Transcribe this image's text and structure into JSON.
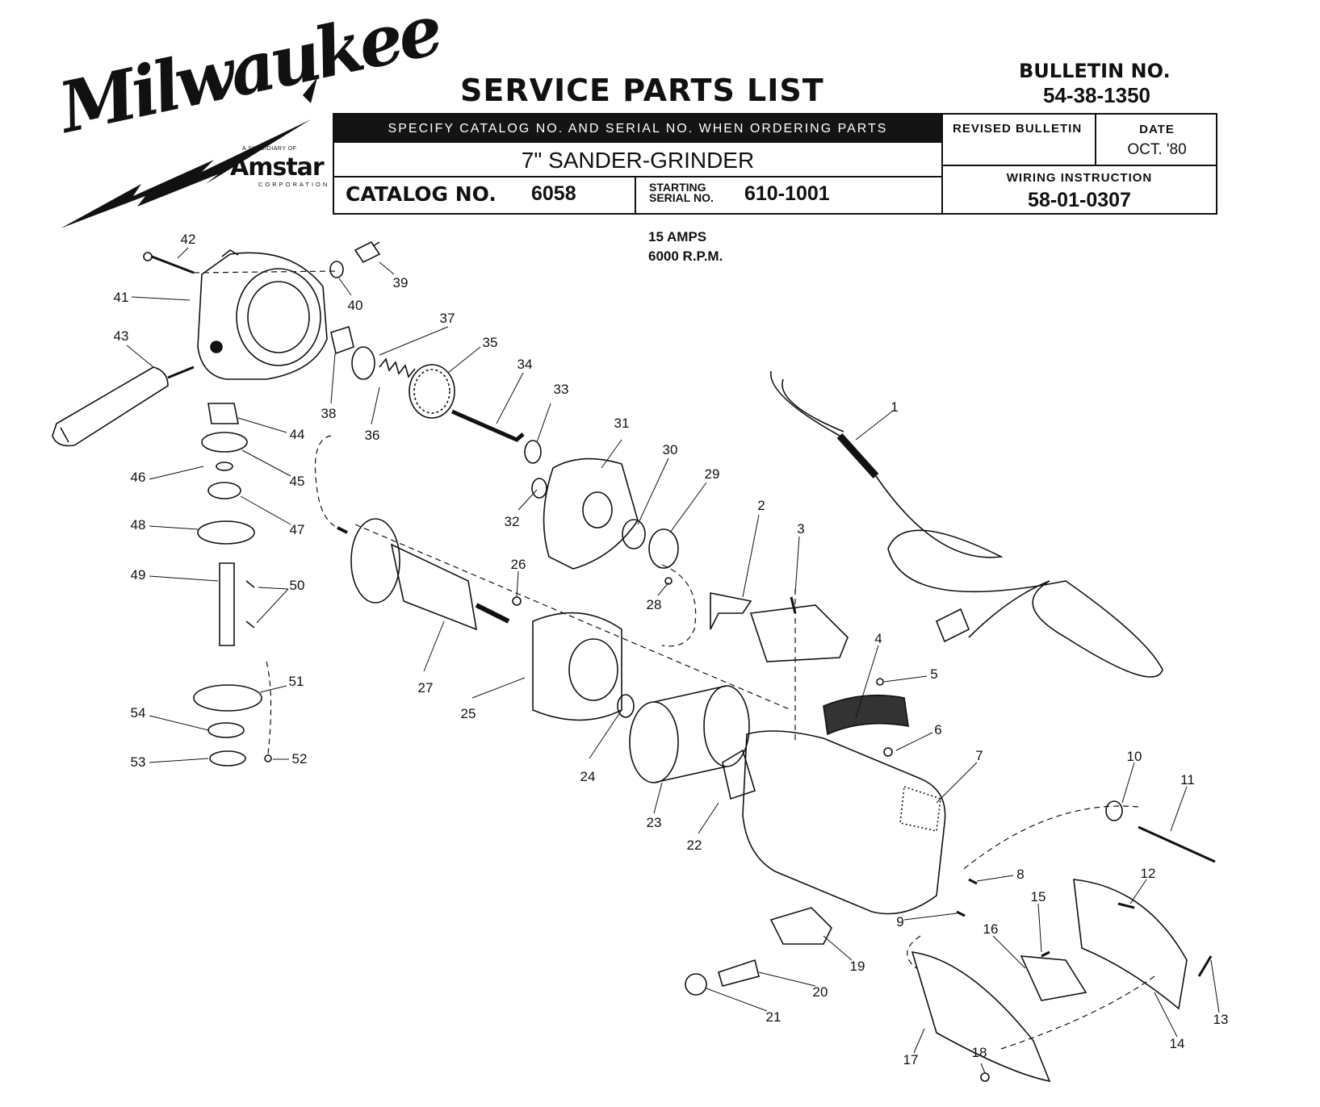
{
  "logo": {
    "brand": "Milwaukee",
    "subsidiary": "A SUBSIDIARY OF",
    "parent": "Amstar",
    "parent_sub": "CORPORATION"
  },
  "header": {
    "title": "SERVICE PARTS LIST",
    "bulletin_label": "BULLETIN NO.",
    "bulletin_no": "54-38-1350",
    "specify": "SPECIFY CATALOG NO. AND SERIAL NO. WHEN ORDERING PARTS",
    "product": "7\" SANDER-GRINDER",
    "catalog_label": "CATALOG NO.",
    "catalog_no": "6058",
    "starting_serial_label": "STARTING SERIAL NO.",
    "starting_serial_no": "610-1001",
    "revised_bulletin_label": "REVISED BULLETIN",
    "revised_bulletin_value": "",
    "date_label": "DATE",
    "date_value": "OCT. '80",
    "wiring_label": "WIRING INSTRUCTION",
    "wiring_no": "58-01-0307"
  },
  "specs": {
    "amps": "15 AMPS",
    "rpm": "6000 R.P.M."
  },
  "parts": [
    "1",
    "2",
    "3",
    "4",
    "5",
    "6",
    "7",
    "8",
    "9",
    "10",
    "11",
    "12",
    "13",
    "14",
    "15",
    "16",
    "17",
    "18",
    "19",
    "20",
    "21",
    "22",
    "23",
    "24",
    "25",
    "26",
    "27",
    "28",
    "29",
    "30",
    "31",
    "32",
    "33",
    "34",
    "35",
    "36",
    "37",
    "38",
    "39",
    "40",
    "41",
    "42",
    "43",
    "44",
    "45",
    "46",
    "47",
    "48",
    "49",
    "50",
    "51",
    "52",
    "53",
    "54"
  ],
  "colors": {
    "ink": "#111111",
    "paper": "#ffffff"
  }
}
